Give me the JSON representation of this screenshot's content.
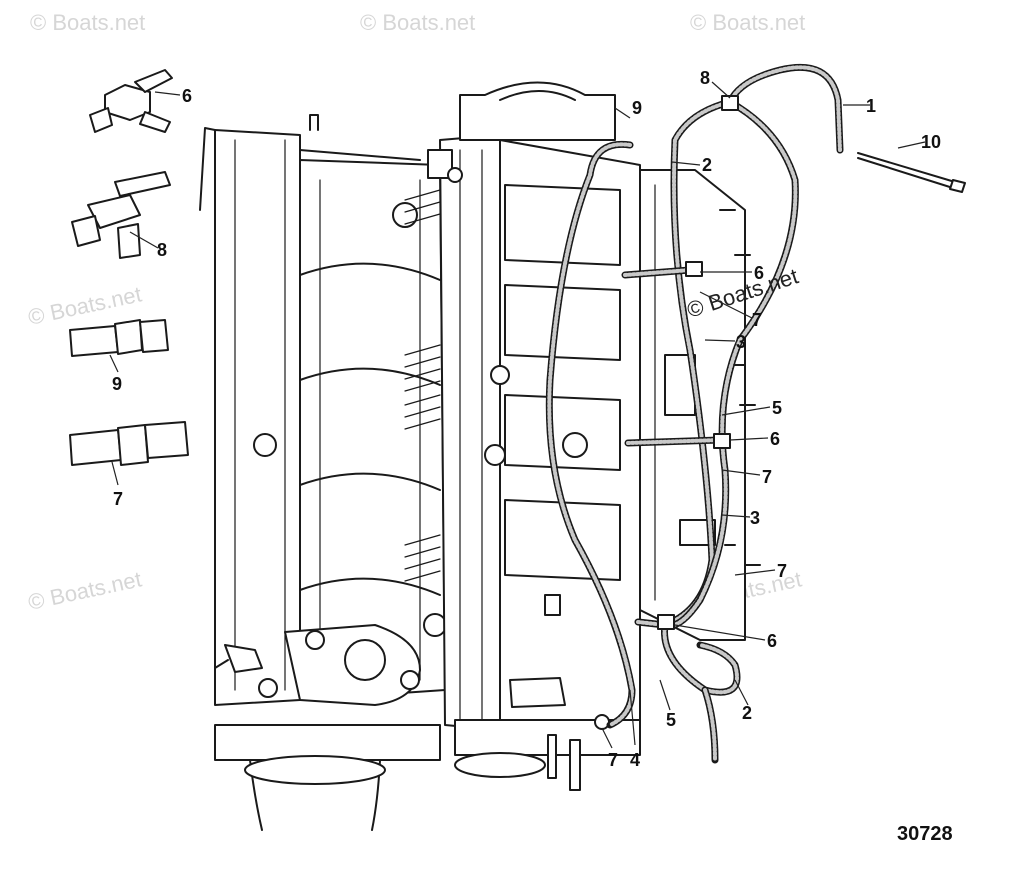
{
  "figure_number": "30728",
  "watermark": "© Boats.net",
  "callouts": {
    "c1": "1",
    "c2a": "2",
    "c2b": "2",
    "c3a": "3",
    "c3b": "3",
    "c4": "4",
    "c5a": "5",
    "c5b": "5",
    "c6a": "6",
    "c6b": "6",
    "c6c": "6",
    "c6d": "6",
    "c7a": "7",
    "c7b": "7",
    "c7c": "7",
    "c7d": "7",
    "c7e": "7",
    "c8a": "8",
    "c8b": "8",
    "c9a": "9",
    "c9b": "9",
    "c10": "10"
  }
}
